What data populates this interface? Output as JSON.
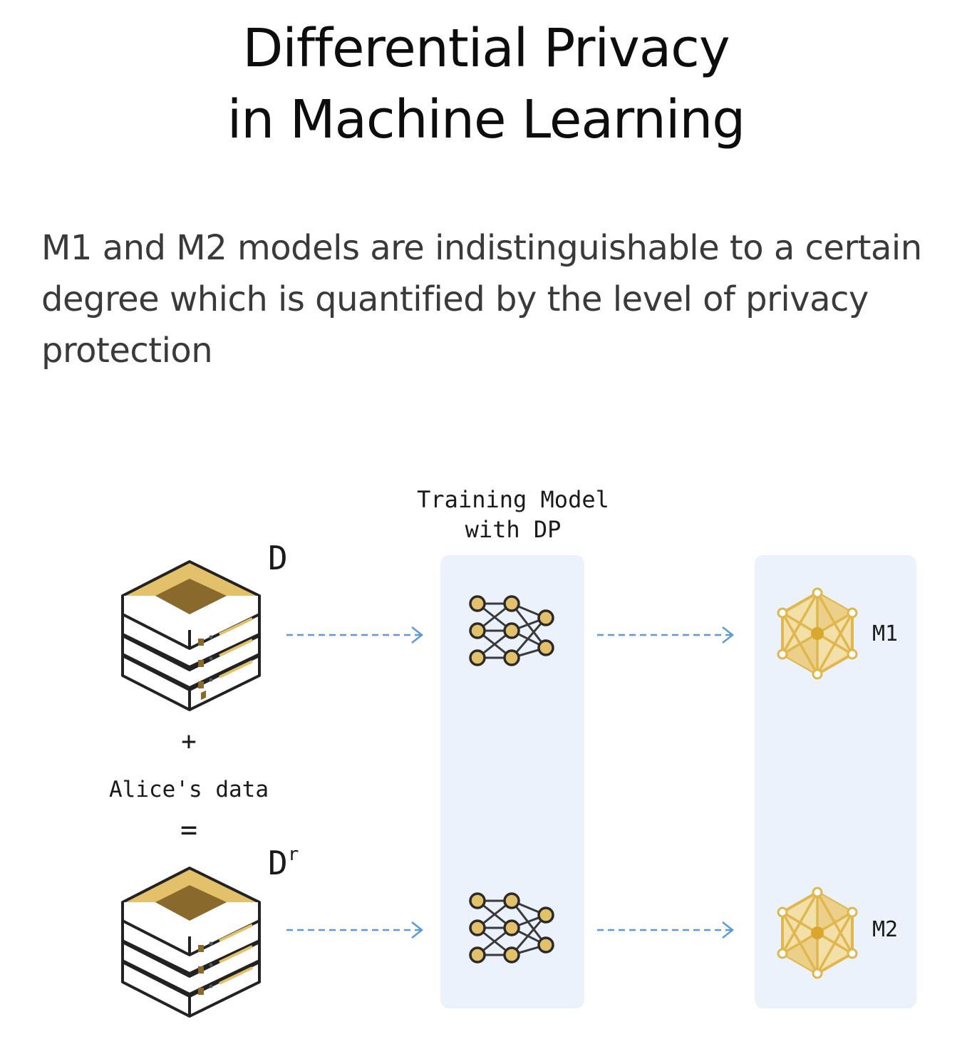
{
  "title": {
    "line1": "Differential Privacy",
    "line2": "in Machine Learning"
  },
  "description": "M1 and M2 models are indistinguishable to a certain degree which is quantified by the level of privacy protection",
  "diagram": {
    "training_label_line1": "Training Model",
    "training_label_line2": "with DP",
    "dataset_d": "D",
    "dataset_d_prime": "D",
    "dataset_d_prime_mark": "r",
    "plus": "+",
    "alice_data": "Alice's data",
    "equals": "=",
    "model_1": "M1",
    "model_2": "M2"
  },
  "colors": {
    "gold": "#e3c06a",
    "gold_dark": "#8a6a2c",
    "arrow": "#5b9bd5",
    "panel": "#ebf2fb",
    "node_stroke": "#3a3a3a"
  },
  "icons": {
    "dataset": "database-server-icon",
    "network": "neural-network-icon",
    "model": "model-hexagon-icon",
    "arrow": "dashed-arrow-icon"
  }
}
